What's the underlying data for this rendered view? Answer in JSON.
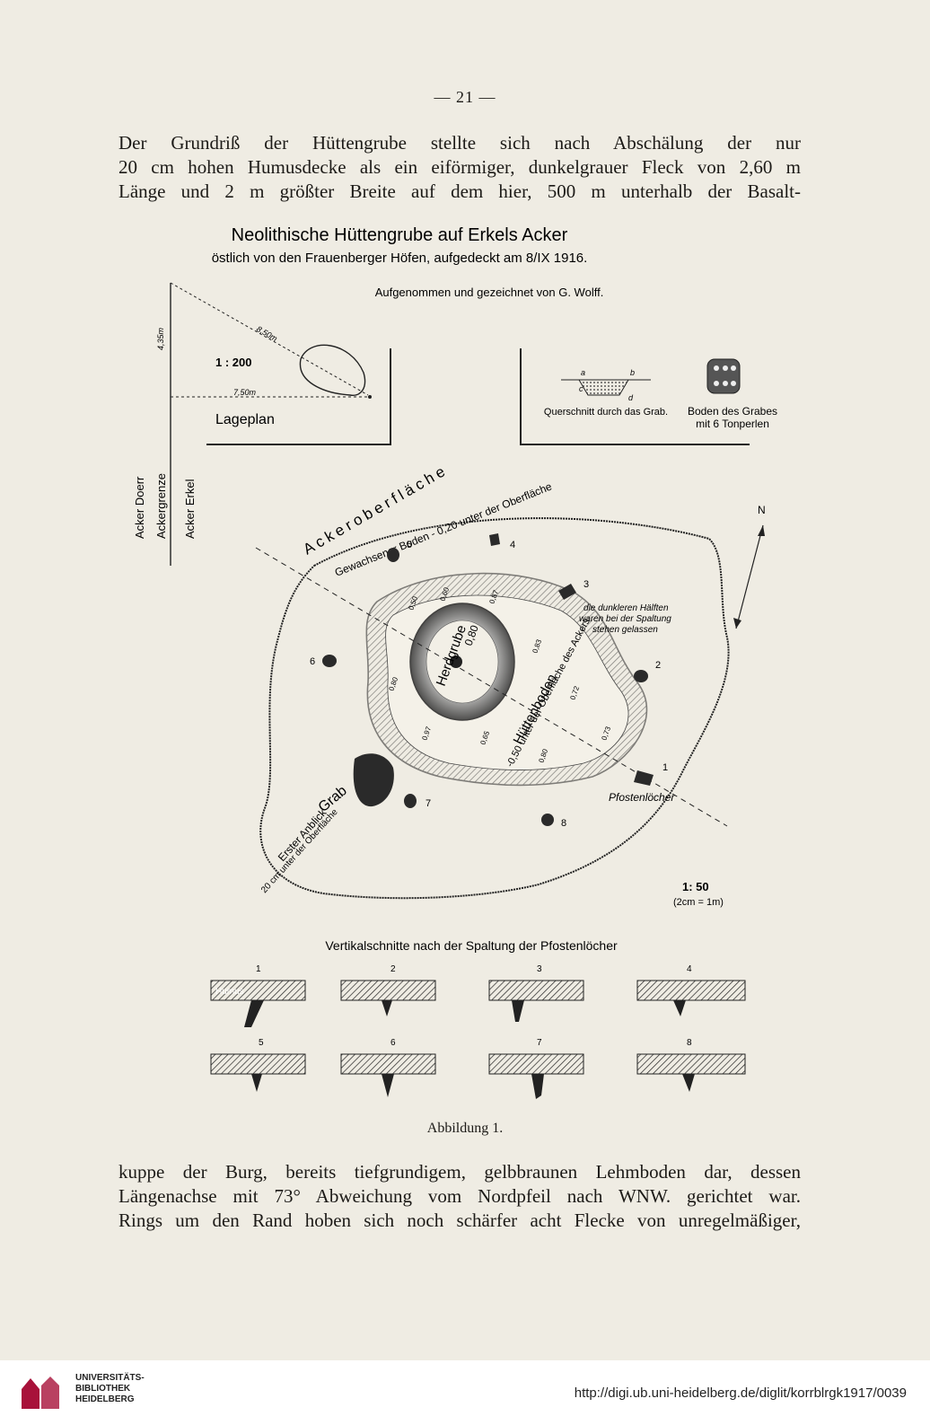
{
  "page_number": "— 21 —",
  "paragraph_top": [
    "Der Grundriß der Hüttengrube stellte sich nach Abschälung der nur",
    "20 cm hohen Humusdecke als ein eiförmiger, dunkelgrauer Fleck von 2,60 m",
    "Länge und 2 m größter Breite auf dem hier, 500 m unterhalb der Basalt-"
  ],
  "figure": {
    "title": "Neolithische Hüttengrube auf Erkels Acker",
    "subtitle": "östlich von den Frauenberger Höfen, aufgedeckt am 8/IX 1916.",
    "credit": "Aufgenommen und gezeichnet von G. Wolff.",
    "lageplan": {
      "scale": "1 : 200",
      "label": "Lageplan",
      "dist_diag": "8,50m",
      "dist_vert": "4,35m",
      "dist_horiz": "7,50m"
    },
    "section": {
      "label": "Querschnitt durch das Grab.",
      "floor_label_1": "Boden des Grabes",
      "floor_label_2": "mit 6 Tonperlen",
      "letters": [
        "a",
        "b",
        "c",
        "d"
      ]
    },
    "side_labels": [
      "Acker Doerr",
      "Ackergrenze",
      "Acker Erkel"
    ],
    "ackeroberflaeche": "Ackeroberfläche",
    "gewachsener_boden": "Gewachsener Boden - 0,20 unter der Oberfläche",
    "herdgrube": "Herdgrube",
    "herd_depth": "0,80",
    "huettenboden": "Hüttenboden",
    "huettenboden_depth": "-0,50 unter der Oberfläche des Ackers",
    "dunklere_note": [
      "die dunkleren Hälften",
      "waren bei der Spaltung",
      "stehen gelassen"
    ],
    "pfosten_label": "Pfostenlöcher",
    "grab_label": "Grab",
    "erster_anblick": "Erster Anblick",
    "erster_depth": "20 cm unter der Oberfläche",
    "post_numbers": [
      "1",
      "2",
      "3",
      "4",
      "5",
      "6",
      "7",
      "8"
    ],
    "north": "N",
    "scale_main": "1: 50",
    "scale_main_sub": "(2cm = 1m)",
    "depth_marks": [
      "0,50",
      "0,60",
      "0,87",
      "0,80",
      "0,83",
      "0,65",
      "0,72",
      "0,73",
      "0,97",
      "0,80"
    ],
    "vertical_title": "Vertikalschnitte nach der Spaltung der Pfostenlöcher",
    "humus_label": "Humus"
  },
  "caption": "Abbildung 1.",
  "paragraph_bottom": [
    "kuppe der Burg, bereits tiefgrundigem, gelbbraunen Lehmboden dar, dessen",
    "Längenachse mit 73° Abweichung vom Nordpfeil nach WNW. gerichtet war.",
    "Rings um den Rand hoben sich noch schärfer acht Flecke von unregelmäßiger,"
  ],
  "footer": {
    "library_1": "UNIVERSITÄTS-",
    "library_2": "BIBLIOTHEK",
    "library_3": "HEIDELBERG",
    "url": "http://digi.ub.uni-heidelberg.de/diglit/korrblrgk1917/0039"
  }
}
